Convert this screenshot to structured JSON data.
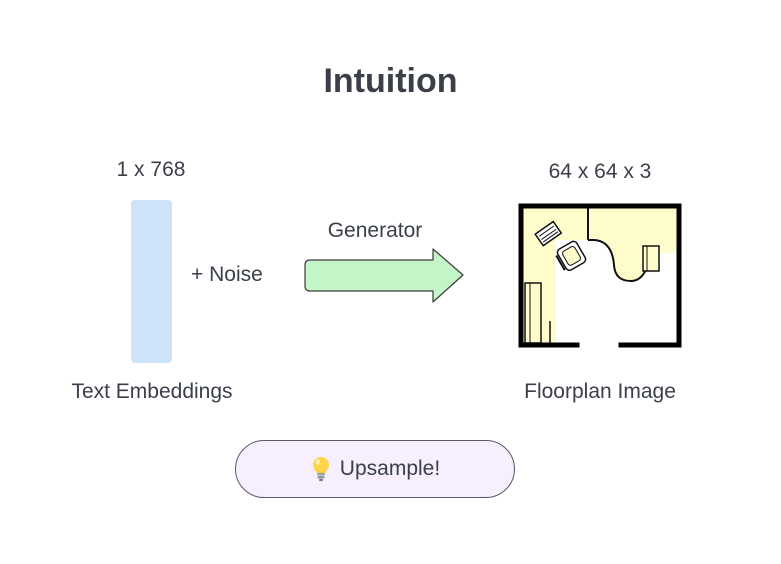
{
  "title": "Intuition",
  "input": {
    "dimension": "1 x 768",
    "noise_label": "+ Noise",
    "caption": "Text Embeddings",
    "bar_color": "#cfe3f8"
  },
  "generator": {
    "label": "Generator",
    "arrow_color": "#c4f5c8"
  },
  "output": {
    "dimension": "64 x 64 x 3",
    "caption": "Floorplan Image",
    "floor_color": "#fffccc"
  },
  "upsample_button": {
    "icon": "lightbulb-icon",
    "label": "Upsample!",
    "background": "#f7effd"
  }
}
